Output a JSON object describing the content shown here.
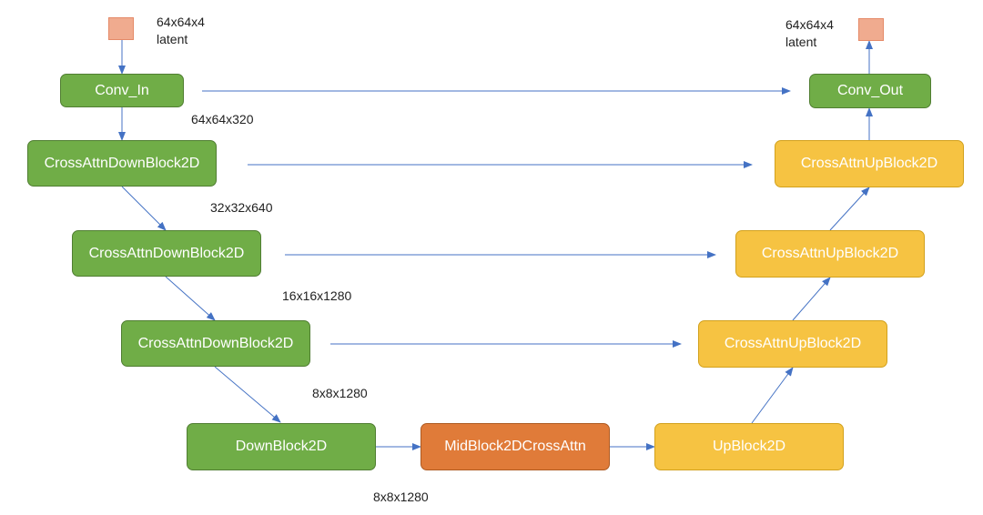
{
  "nodes": {
    "conv_in": "Conv_In",
    "down1": "CrossAttnDownBlock2D",
    "down2": "CrossAttnDownBlock2D",
    "down3": "CrossAttnDownBlock2D",
    "down4": "DownBlock2D",
    "mid": "MidBlock2DCrossAttn",
    "up1": "UpBlock2D",
    "up2": "CrossAttnUpBlock2D",
    "up3": "CrossAttnUpBlock2D",
    "up4": "CrossAttnUpBlock2D",
    "conv_out": "Conv_Out"
  },
  "labels": {
    "input_shape": "64x64x4",
    "input_name": "latent",
    "output_shape": "64x64x4",
    "output_name": "latent",
    "after_conv_in": "64x64x320",
    "after_down1": "32x32x640",
    "after_down2": "16x16x1280",
    "after_down3": "8x8x1280",
    "after_down4": "8x8x1280"
  },
  "colors": {
    "down": "#70ad47",
    "mid": "#e07b39",
    "up": "#f6c342",
    "latent": "#f0ab8f",
    "arrow": "#4472c4"
  }
}
